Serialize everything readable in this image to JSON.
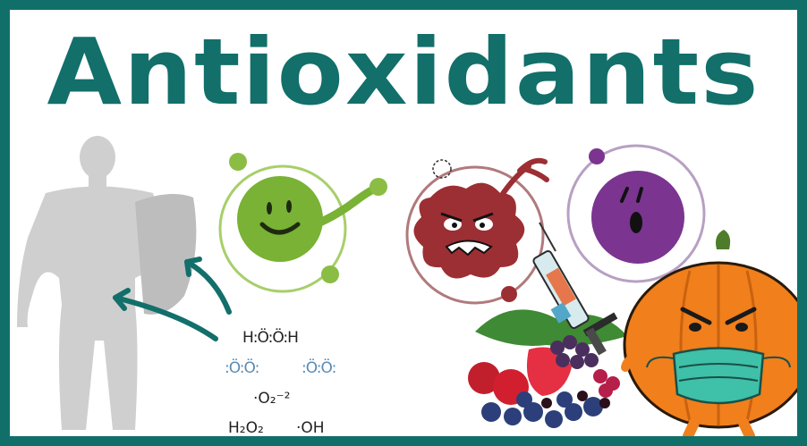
{
  "title": "Antioxidants",
  "formulas": {
    "hydrogen_peroxide_dots": "H:Ö:Ö:H",
    "oxygen_dots_left": ":Ö:Ö:",
    "oxygen_dots_right": ":Ö:Ö:",
    "superoxide": "·O₂⁻²",
    "h2o2": "H₂O₂",
    "hydroxyl": "·OH"
  },
  "colors": {
    "frame": "#116f6a",
    "title": "#126f6a",
    "good_molecule": "#7ab33a",
    "free_radical": "#9c2f33",
    "purple_molecule": "#7b3490",
    "pumpkin": "#f07f1c",
    "mask": "#3fc0a8"
  },
  "icons": [
    "human-silhouette-icon",
    "shield-icon",
    "arrow-icon",
    "antioxidant-molecule-icon",
    "free-radical-icon",
    "purple-molecule-icon",
    "syringe-icon",
    "berries-icon",
    "pumpkin-mascot-icon",
    "face-mask-icon"
  ]
}
